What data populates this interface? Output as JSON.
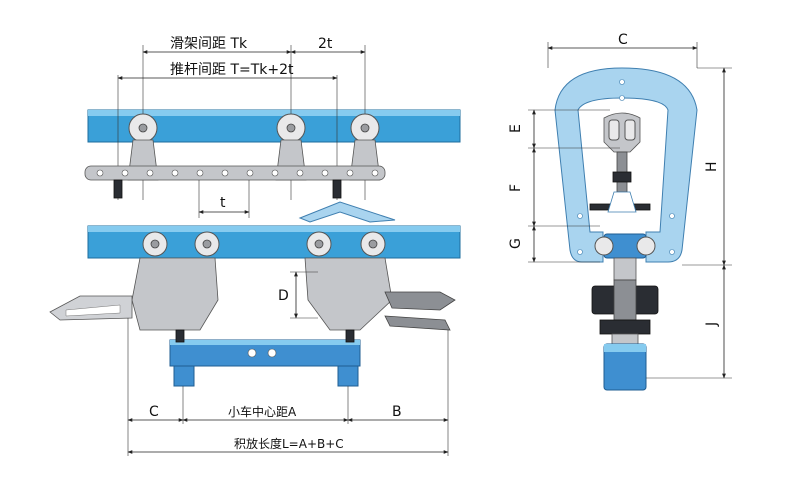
{
  "labels": {
    "slider_spacing": "滑架间距 Tk",
    "two_t": "2t",
    "pusher_spacing": "推杆间距  T=Tk+2t",
    "t": "t",
    "d": "D",
    "c_left": "C",
    "trolley_center": "小车中心距A",
    "b": "B",
    "accumulation_length": "积放长度L=A+B+C",
    "c_top": "C",
    "e": "E",
    "f": "F",
    "g": "G",
    "h": "H",
    "j": "J"
  },
  "colors": {
    "rail_blue": "#3aa0d8",
    "light_blue": "#a9d4ef",
    "steel_grey": "#c4c6ca",
    "dark": "#2a2d33"
  }
}
